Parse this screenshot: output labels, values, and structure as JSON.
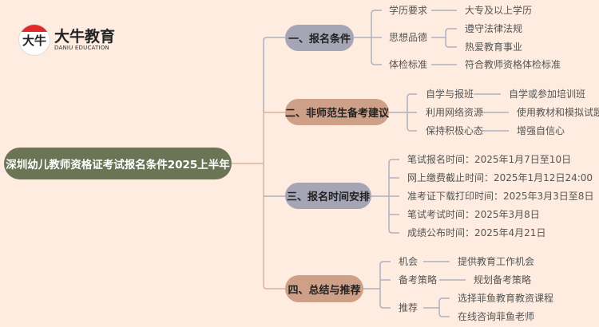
{
  "logo": {
    "mark": "大牛",
    "name_cn": "大牛教育",
    "name_en": "DANIU EDUCATION"
  },
  "root": "深圳幼儿教师资格证考试报名条件2025上半年",
  "branches": [
    {
      "label": "一、报名条件",
      "items": [
        {
          "label": "学历要求",
          "values": [
            "大专及以上学历"
          ]
        },
        {
          "label": "思想品德",
          "values": [
            "遵守法律法规",
            "热爱教育事业"
          ]
        },
        {
          "label": "体检标准",
          "values": [
            "符合教师资格体检标准"
          ]
        }
      ]
    },
    {
      "label": "二、非师范生备考建议",
      "items": [
        {
          "label": "自学与报班",
          "values": [
            "自学或参加培训班"
          ]
        },
        {
          "label": "利用网络资源",
          "values": [
            "使用教材和模拟试题"
          ]
        },
        {
          "label": "保持积极心态",
          "values": [
            "增强自信心"
          ]
        }
      ]
    },
    {
      "label": "三、报名时间安排",
      "items": [
        {
          "label": "笔试报名时间：2025年1月7日至10日"
        },
        {
          "label": "网上缴费截止时间：2025年1月12日24:00"
        },
        {
          "label": "准考证下载打印时间：2025年3月3日至8日"
        },
        {
          "label": "笔试考试时间：2025年3月8日"
        },
        {
          "label": "成绩公布时间：2025年4月21日"
        }
      ]
    },
    {
      "label": "四、总结与推荐",
      "items": [
        {
          "label": "机会",
          "values": [
            "提供教育工作机会"
          ]
        },
        {
          "label": "备考策略",
          "values": [
            "规划备考策略"
          ]
        },
        {
          "label": "推荐",
          "values": [
            "选择菲鱼教育教资课程",
            "在线咨询菲鱼老师"
          ]
        }
      ]
    }
  ],
  "colors": {
    "background": "#fdecdf",
    "root": "#6b7556",
    "grey": "#a5a5b6",
    "tan": "#cfa088"
  }
}
